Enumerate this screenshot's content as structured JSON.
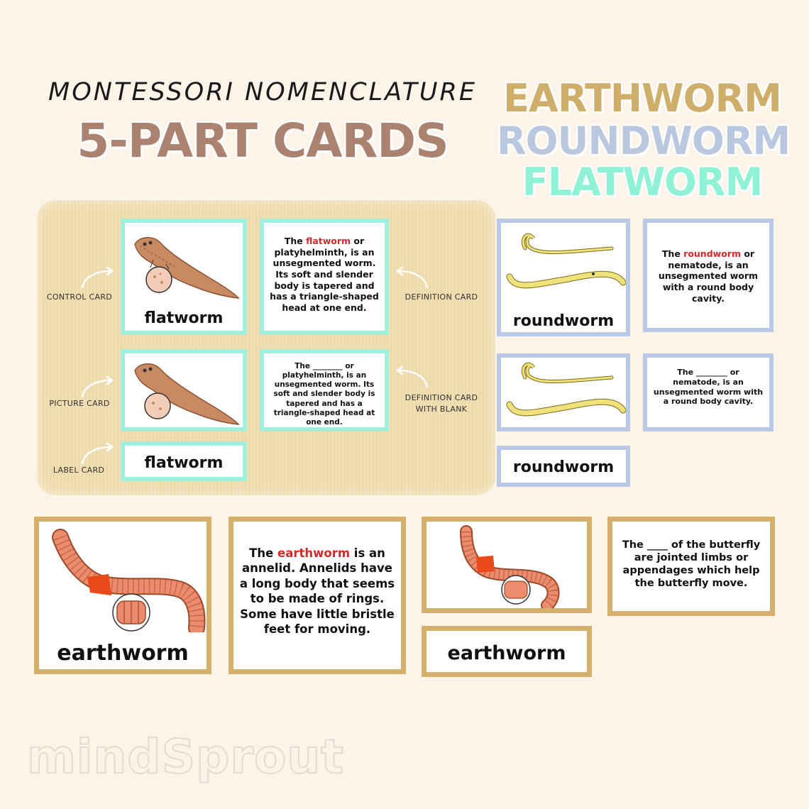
{
  "header": {
    "subtitle": "MONTESSORI NOMENCLATURE",
    "title": "5-PART CARDS",
    "worms": [
      {
        "label": "EARTHWORM",
        "color": "#cfae6a"
      },
      {
        "label": "ROUNDWORM",
        "color": "#b9c8de"
      },
      {
        "label": "FLATWORM",
        "color": "#8ff2d5"
      }
    ]
  },
  "colors": {
    "flatworm_border": "#9ff0dc",
    "roundworm_border": "#b9c9e6",
    "earthworm_border": "#d5b06c",
    "highlight": "#d02a2a",
    "title": "#ab8270"
  },
  "mat": {
    "labels": {
      "control": "CONTROL CARD",
      "definition": "DEFINITION CARD",
      "picture": "PICTURE CARD",
      "definition_blank_1": "DEFINITION CARD",
      "definition_blank_2": "WITH BLANK",
      "label": "LABEL CARD"
    }
  },
  "flatworm": {
    "word": "flatworm",
    "def_pre": "The ",
    "def_term": "flatworm",
    "def_post": " or platyhelminth, is an unsegmented worm. Its soft and slender body is tapered and has a triangle-shaped head at one end.",
    "blank_def": "The ________ or platyhelminth, is an unsegmented worm. Its soft and slender body is tapered and has a triangle-shaped head at one end.",
    "picture_icon": "flatworm-illustration"
  },
  "roundworm": {
    "word": "roundworm",
    "def_pre": "The ",
    "def_term": "roundworm",
    "def_post": " or nematode, is an unsegmented worm with a round body cavity.",
    "blank_def": "The ________ or nematode, is an unsegmented worm with a round body cavity.",
    "picture_icon": "roundworm-illustration"
  },
  "earthworm": {
    "word": "earthworm",
    "def_pre": "The ",
    "def_term": "earthworm",
    "def_post": " is an annelid. Annelids have a long body that seems to be made of rings. Some have little bristle feet for moving.",
    "blank_def": "The ____ of the butterfly are jointed limbs or appendages which help the butterfly move.",
    "picture_icon": "earthworm-illustration"
  },
  "brand": {
    "logo": "mindSprout"
  }
}
